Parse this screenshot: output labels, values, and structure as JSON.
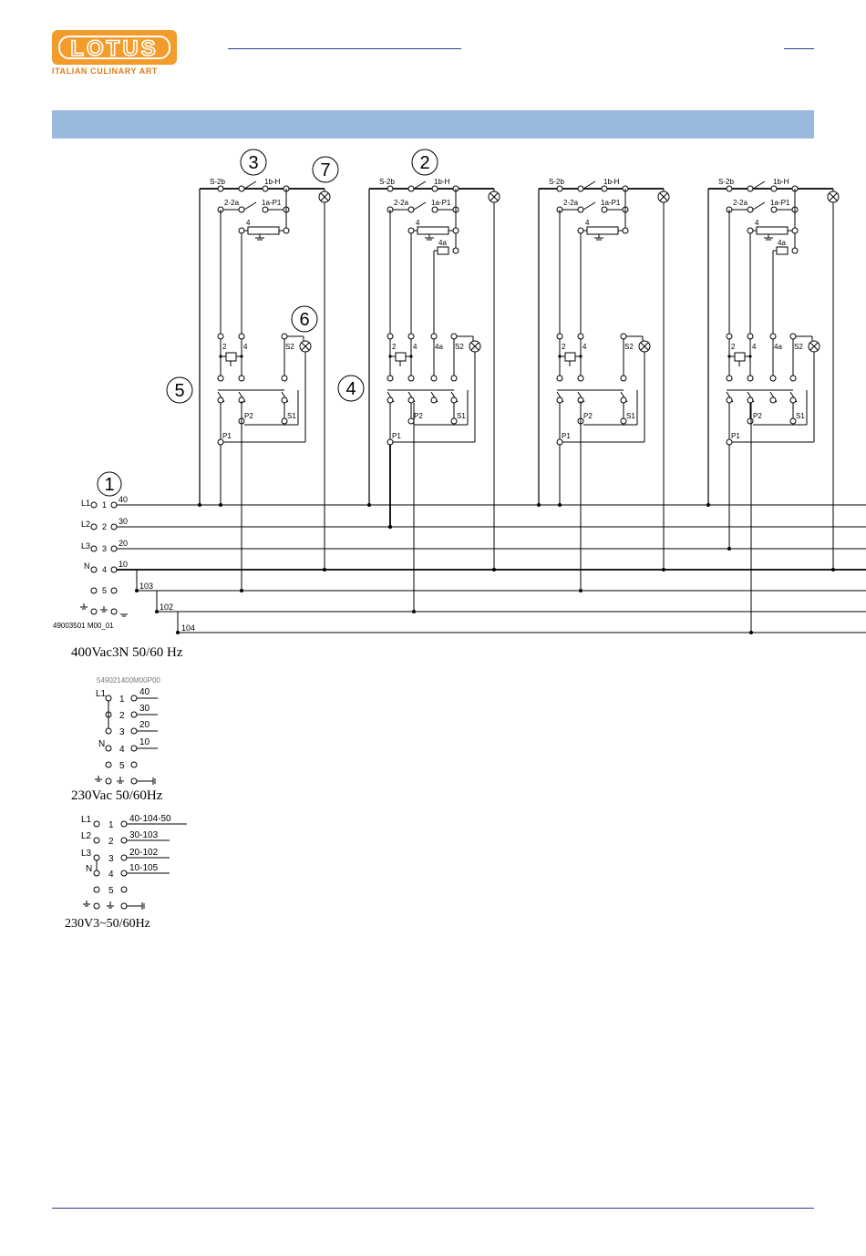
{
  "header": {
    "logo_text": "LOTUS",
    "tagline": "ITALIAN CULINARY ART",
    "brand_color": "#f39b2b",
    "band_color": "#9ab9df",
    "rule_color": "#2d3c8c"
  },
  "callouts": {
    "c1": "1",
    "c2": "2",
    "c3": "3",
    "c4": "4",
    "c5": "5",
    "c6": "6",
    "c7": "7"
  },
  "module": {
    "s2b": "S-2b",
    "h1b": "1b-H",
    "a22": "2-2a",
    "p1a": "1a-P1",
    "res4": "4",
    "res4a": "4a",
    "t2": "2",
    "t4": "4",
    "t4a": "4a",
    "s2": "S2",
    "p2": "P2",
    "s1": "S1",
    "p1": "P1"
  },
  "terminals_400": {
    "rows": [
      {
        "label": "L1",
        "num": "1",
        "wire": "40"
      },
      {
        "label": "L2",
        "num": "2",
        "wire": "30"
      },
      {
        "label": "L3",
        "num": "3",
        "wire": "20"
      },
      {
        "label": "N",
        "num": "4",
        "wire": "10"
      },
      {
        "label": "",
        "num": "5",
        "wire": ""
      }
    ],
    "wires": {
      "w103": "103",
      "w102": "102",
      "w104": "104"
    },
    "part_code": "49003501  M00_01",
    "caption": "400Vac3N 50/60 Hz"
  },
  "terminals_230": {
    "part_code": "549021400M00P00",
    "rows": [
      {
        "label": "L1",
        "num": "1",
        "wire": "40"
      },
      {
        "label": "",
        "num": "2",
        "wire": "30"
      },
      {
        "label": "",
        "num": "3",
        "wire": "20"
      },
      {
        "label": "N",
        "num": "4",
        "wire": "10"
      },
      {
        "label": "",
        "num": "5",
        "wire": ""
      }
    ],
    "caption": "230Vac 50/60Hz"
  },
  "terminals_230v3": {
    "rows": [
      {
        "label": "L1",
        "num": "1",
        "wire": "40-104-50"
      },
      {
        "label": "L2",
        "num": "2",
        "wire": "30-103"
      },
      {
        "label": "L3",
        "num": "3",
        "wire": "20-102"
      },
      {
        "label": "N",
        "num": "4",
        "wire": "10-105"
      },
      {
        "label": "",
        "num": "5",
        "wire": ""
      }
    ],
    "caption": "230V3~50/60Hz"
  }
}
